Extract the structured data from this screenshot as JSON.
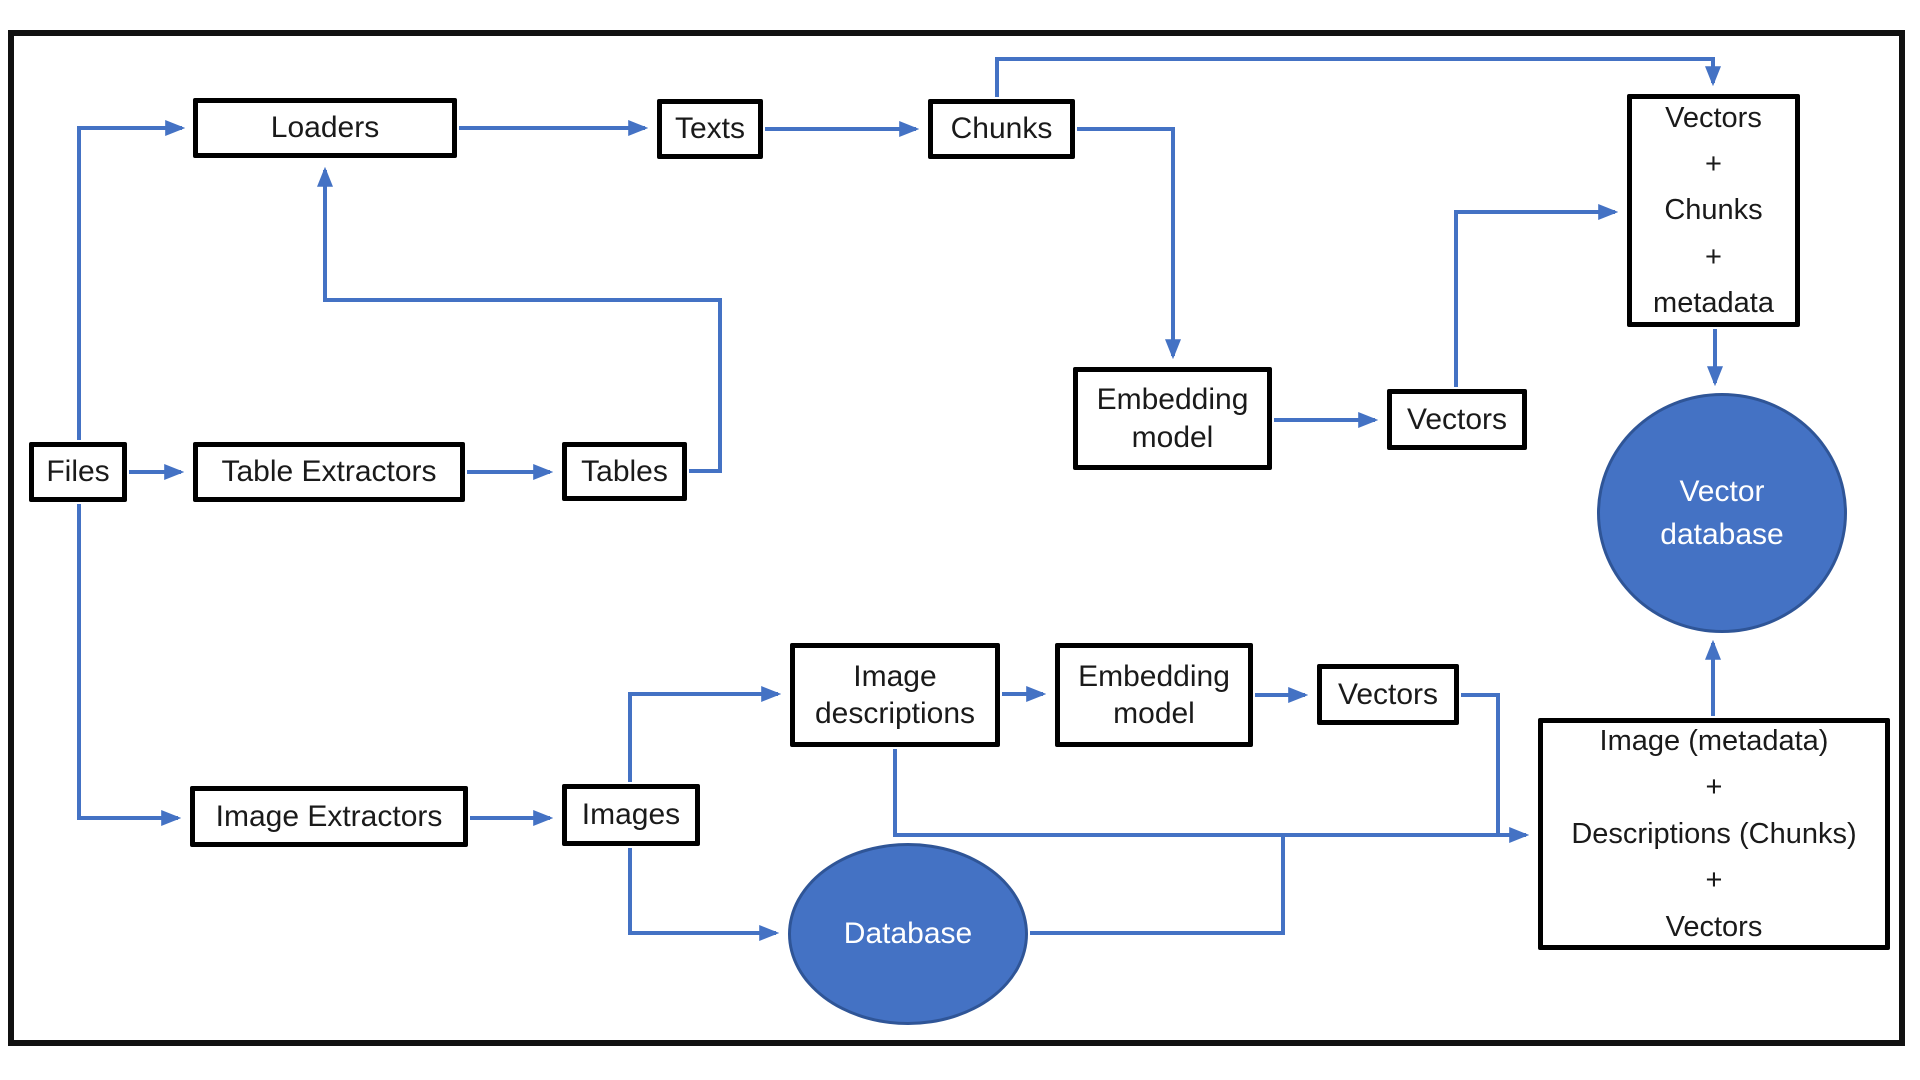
{
  "diagram": {
    "type": "flow-diagram",
    "description": "Document ingestion pipeline into a vector database",
    "colors": {
      "arrow": "#4472C4",
      "box_border": "#000000",
      "box_fill": "#ffffff",
      "ellipse_fill": "#4472C4",
      "ellipse_border": "#2F5597",
      "ellipse_text": "#ffffff",
      "frame_border": "#111111"
    },
    "nodes": {
      "files": {
        "label": "Files"
      },
      "loaders": {
        "label": "Loaders"
      },
      "texts": {
        "label": "Texts"
      },
      "chunks": {
        "label": "Chunks"
      },
      "table_extractors": {
        "label": "Table Extractors"
      },
      "tables": {
        "label": "Tables"
      },
      "embedding_model_top": {
        "label": "Embedding model"
      },
      "vectors_top": {
        "label": "Vectors"
      },
      "vectors_chunks_metadata": {
        "lines": [
          "Vectors",
          "+",
          "Chunks",
          "+",
          "metadata"
        ]
      },
      "vector_database": {
        "lines": [
          "Vector",
          "database"
        ]
      },
      "image_extractors": {
        "label": "Image Extractors"
      },
      "images": {
        "label": "Images"
      },
      "image_descriptions": {
        "label": "Image descriptions"
      },
      "embedding_model_bottom": {
        "label": "Embedding model"
      },
      "vectors_bottom": {
        "label": "Vectors"
      },
      "image_metadata_box": {
        "lines": [
          "Image (metadata)",
          "+",
          "Descriptions (Chunks)",
          "+",
          "Vectors"
        ]
      },
      "database": {
        "label": "Database"
      }
    },
    "edges": [
      "Files -> Loaders",
      "Files -> Table Extractors",
      "Files -> Image Extractors",
      "Loaders -> Texts",
      "Texts -> Chunks",
      "Tables -> Loaders",
      "Table Extractors -> Tables",
      "Chunks -> Vectors + Chunks + metadata",
      "Chunks -> Embedding model",
      "Embedding model -> Vectors",
      "Vectors -> Vectors + Chunks + metadata",
      "Vectors + Chunks + metadata -> Vector database",
      "Image Extractors -> Images",
      "Images -> Image descriptions",
      "Images -> Database",
      "Image descriptions -> Embedding model",
      "Embedding model -> Vectors",
      "Image descriptions -> Image (metadata) + Descriptions (Chunks) + Vectors",
      "Database -> Image (metadata) + Descriptions (Chunks) + Vectors",
      "Vectors -> Image (metadata) + Descriptions (Chunks) + Vectors",
      "Image (metadata) + Descriptions (Chunks) + Vectors -> Vector database"
    ]
  }
}
